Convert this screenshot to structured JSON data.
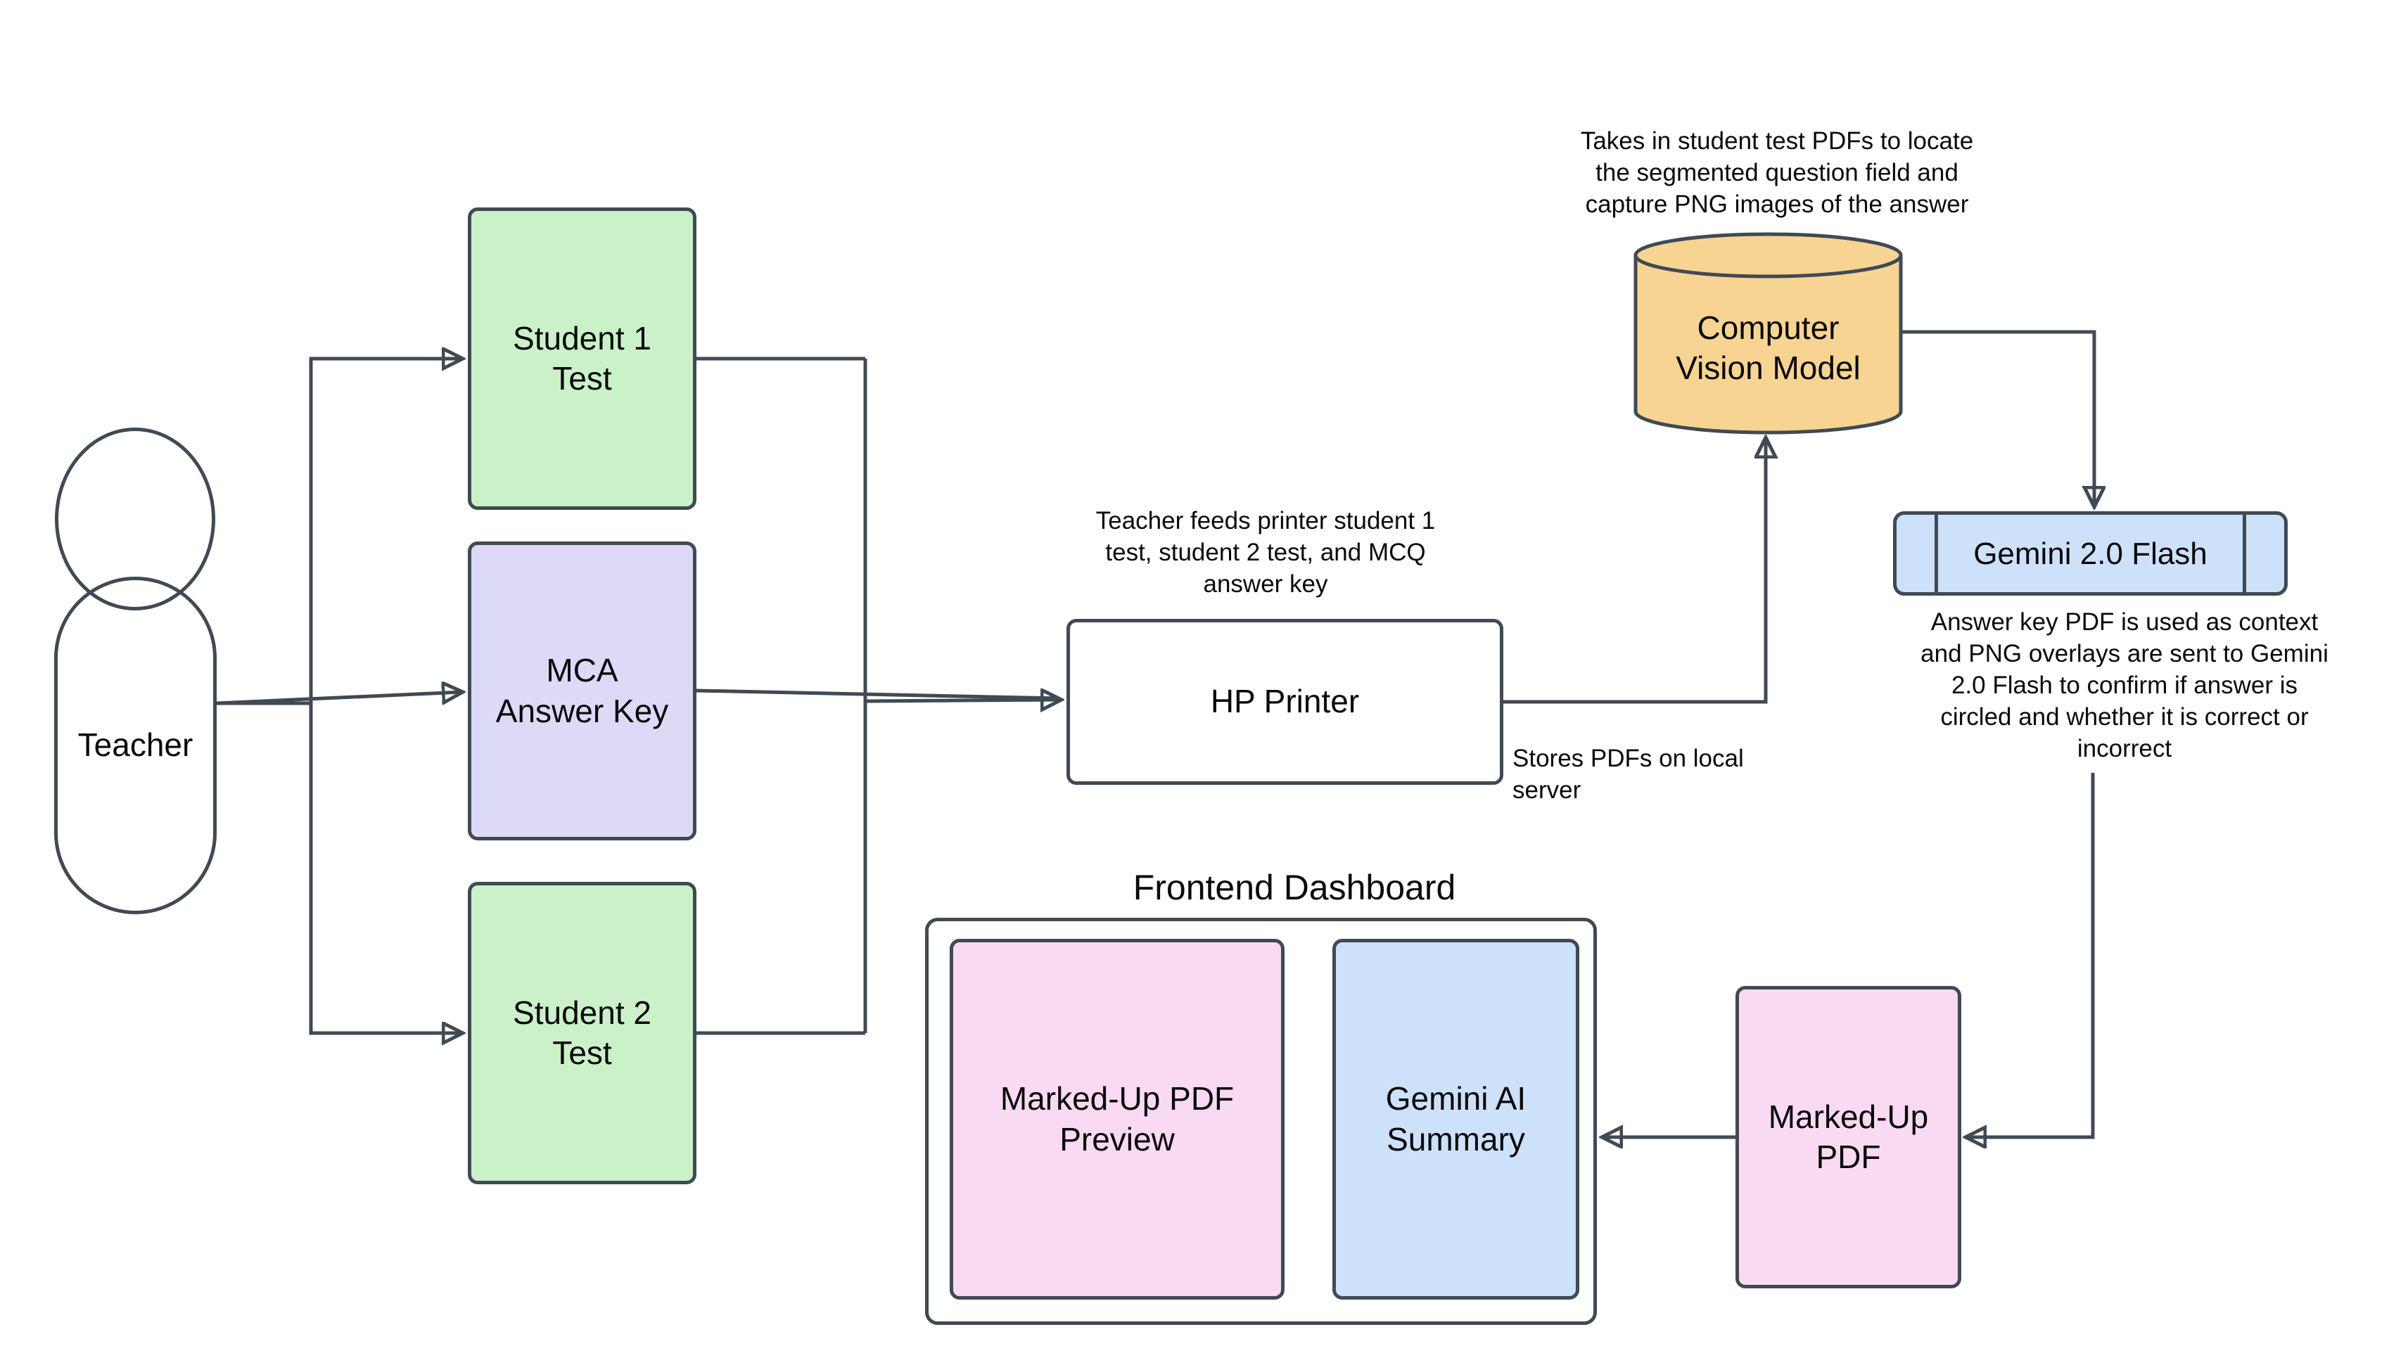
{
  "colors": {
    "background": "#ffffff",
    "line": "#3F4A54",
    "text": "#08090A",
    "green": "#CBF1C9",
    "lavender": "#DDDAF8",
    "orange": "#F8D492",
    "blue": "#CDE1FA",
    "pink": "#FAD9F2",
    "white": "#FFFFFF"
  },
  "actor": {
    "label": "Teacher"
  },
  "nodes": {
    "student1": {
      "label": "Student 1\nTest"
    },
    "mca": {
      "label": "MCA\nAnswer Key"
    },
    "student2": {
      "label": "Student 2\nTest"
    },
    "printer": {
      "label": "HP Printer"
    },
    "cv_model": {
      "label": "Computer\nVision Model"
    },
    "gemini_flash": {
      "label": "Gemini 2.0 Flash"
    },
    "marked_up_pdf": {
      "label": "Marked-Up\nPDF"
    }
  },
  "dashboard": {
    "title": "Frontend Dashboard",
    "preview_label": "Marked-Up PDF\nPreview",
    "summary_label": "Gemini AI\nSummary"
  },
  "annotations": {
    "cv_note": "Takes in student test PDFs to locate\nthe segmented question field and\ncapture PNG images of the answer",
    "printer_note": "Teacher feeds printer student 1\ntest, student 2 test, and MCQ\nanswer key",
    "stores_note": "Stores PDFs on local\nserver",
    "gemini_note": "Answer key PDF is used as context\nand PNG overlays are sent to Gemini\n2.0 Flash to confirm if answer is\ncircled and whether it is correct or\nincorrect"
  }
}
